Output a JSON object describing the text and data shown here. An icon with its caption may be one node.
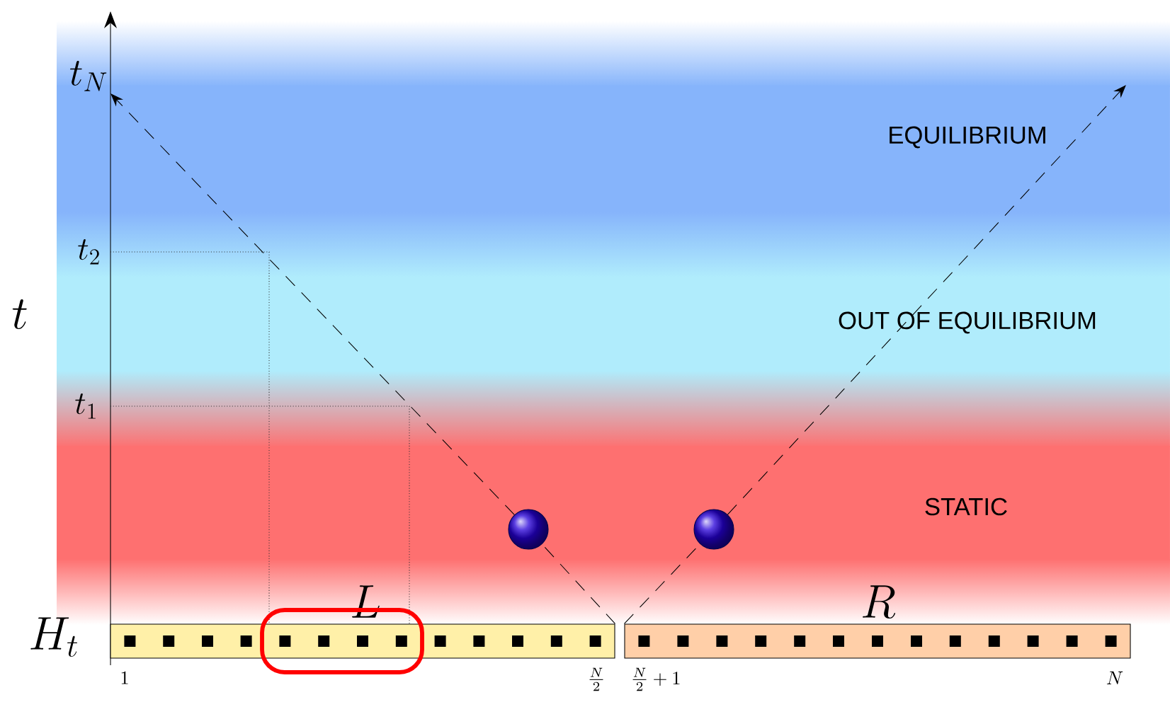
{
  "diagram": {
    "nodes": [
      {
        "text": [],
        "shape": "bar",
        "beside": [
          "L",
          "1",
          "\\frac{N}{2}"
        ]
      },
      {
        "text": [],
        "shape": "bar",
        "beside": [
          "R",
          "\\frac{N}{2}+1",
          "N"
        ]
      },
      {
        "text": [],
        "shape": "box"
      },
      {
        "text": [],
        "shape": "circle"
      },
      {
        "text": [],
        "shape": "circle"
      },
      {
        "text": [
          "t_N"
        ]
      }
    ],
    "edges": [
      {
        "from": 0,
        "to": 3,
        "arrow": "none",
        "style": "dashed"
      },
      {
        "from": 3,
        "to": 5,
        "arrow": "to",
        "style": "dashed"
      },
      {
        "from": 1,
        "to": 4,
        "arrow": "none",
        "style": "dashed"
      },
      {
        "from": 4,
        "to": null,
        "arrow": "to",
        "style": "dashed"
      }
    ],
    "labels": [
      "EQUILIBRIUM",
      "t_2",
      "t",
      "OUT OF EQUILIBRIUM",
      "t_1",
      "STATIC",
      "H_t"
    ]
  }
}
